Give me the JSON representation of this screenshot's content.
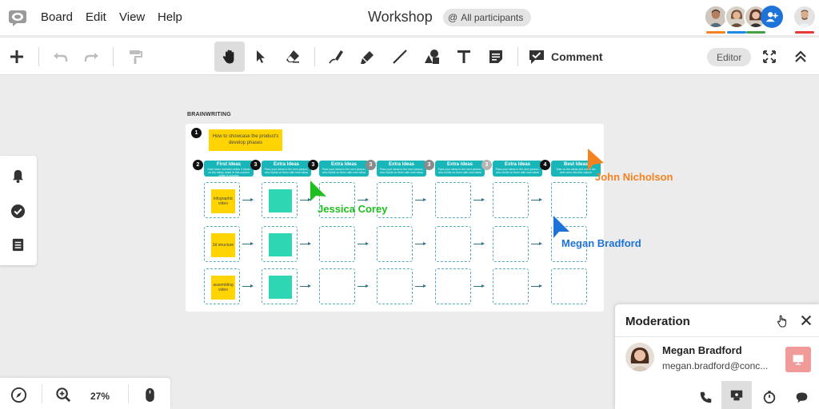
{
  "menubar": {
    "menus": [
      "Board",
      "Edit",
      "View",
      "Help"
    ],
    "board_title": "Workshop",
    "participants_filter": "All participants",
    "participant_bar_colors": [
      "#f58220",
      "#1e88e5",
      "#43a047",
      "#e53935"
    ]
  },
  "toolbar": {
    "tools": [
      "add-icon",
      "undo-icon",
      "redo-icon",
      "format-painter-icon",
      "hand-icon",
      "pointer-icon",
      "eraser-icon",
      "pen-icon",
      "highlighter-icon",
      "line-icon",
      "shapes-icon",
      "text-icon",
      "sticky-note-icon",
      "comment-icon",
      "fullscreen-icon",
      "collapse-icon"
    ],
    "active_tool": "hand-icon",
    "comment_label": "Comment",
    "editor_label": "Editor"
  },
  "board": {
    "section_title": "BRAINWRITING",
    "question": "How to showcase the product's develop phases",
    "columns": [
      {
        "num": "2",
        "title": "First Ideas",
        "desc": "Each team member writes 3 ideas on the sticky notes in this column within 5 minutes"
      },
      {
        "num": "3",
        "title": "Extra Ideas",
        "desc": "Pass your ideas to the next person, who builds on them with new ideas"
      },
      {
        "num": "3",
        "title": "Extra Ideas",
        "desc": "Pass your ideas to the next person, who builds on them with new ideas"
      },
      {
        "num": "3",
        "title": "Extra Ideas",
        "desc": "Pass your ideas to the next person, who builds on them with new ideas"
      },
      {
        "num": "3",
        "title": "Extra Ideas",
        "desc": "Pass your ideas to the next person, who builds on them with new ideas"
      },
      {
        "num": "3",
        "title": "Extra Ideas",
        "desc": "Pass your ideas to the next person, who builds on them with new ideas"
      },
      {
        "num": "4",
        "title": "Best Ideas",
        "desc": "Vote on the ideas and move the best ones into this column"
      }
    ],
    "question_num": "1",
    "first_ideas": [
      "infographic video",
      "3d structure",
      "assembling video"
    ]
  },
  "cursors": [
    {
      "name": "Jessica Corey",
      "color": "#1fbf1f"
    },
    {
      "name": "John Nicholson",
      "color": "#f58220"
    },
    {
      "name": "Megan Bradford",
      "color": "#1e73d8"
    }
  ],
  "zoom": {
    "level": "27%"
  },
  "moderation": {
    "title": "Moderation",
    "participant_name": "Megan Bradford",
    "participant_email": "megan.bradford@conc..."
  }
}
